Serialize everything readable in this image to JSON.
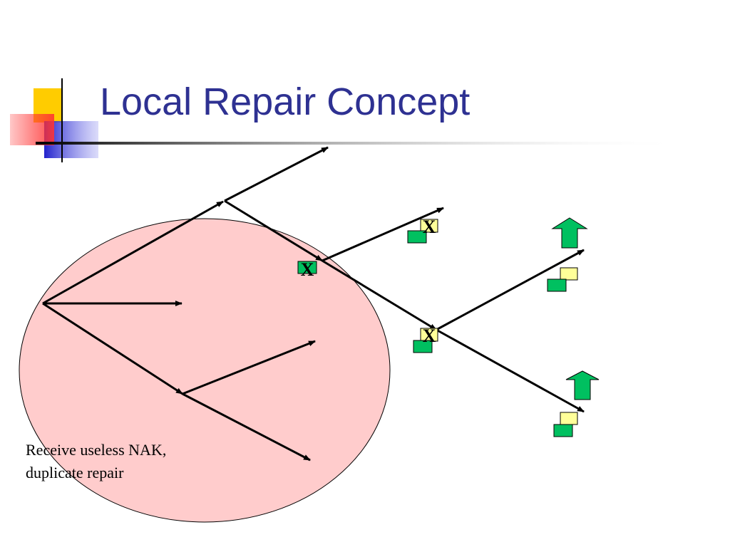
{
  "slide": {
    "title": "Local Repair Concept",
    "caption_lines": [
      "Receive useless NAK,",
      "duplicate repair"
    ],
    "loss_marker": "X"
  },
  "colors": {
    "title": "#2e3192",
    "region_fill": "#ffcccc",
    "packet_green": "#00c060",
    "packet_yellow": "#ffff99",
    "arrow_green": "#00c060",
    "deco_yellow": "#ffcc00",
    "deco_red": "#ff3333",
    "deco_blue": "#3333cc"
  }
}
